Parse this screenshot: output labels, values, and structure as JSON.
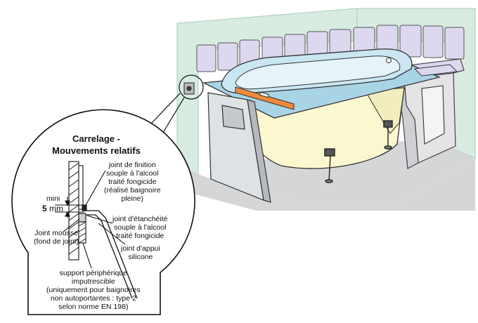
{
  "detail": {
    "title_line1": "Carrelage -",
    "title_line2": "Mouvements relatifs",
    "labels": {
      "joint_finition": [
        "joint de finition",
        "souple à l'alcool",
        "traité fongicide",
        "(réalisé baignoire",
        "pleine)"
      ],
      "mini": "mini",
      "five": "5",
      "mm": "mm",
      "joint_etancheite": [
        "joint d'étanchéité",
        "souple à l'alcool",
        "traité fongicide"
      ],
      "joint_mousse": [
        "Joint mousse",
        "(fond de joint)"
      ],
      "joint_appui": [
        "joint d'appui",
        "silicone"
      ],
      "support": [
        "support périphérique",
        "imputrescible",
        "(uniquement pour baignoires",
        "non autoportantes : type 2",
        "selon norme EN 198)"
      ]
    }
  },
  "colors": {
    "wall": "#d7ebe1",
    "floor": "#d5d6d8",
    "tile": "#ddd8ef",
    "tub_rim": "#a9d4e6",
    "tub_body": "#fbf7cf",
    "level": "#f08a3a",
    "outline": "#333333"
  }
}
